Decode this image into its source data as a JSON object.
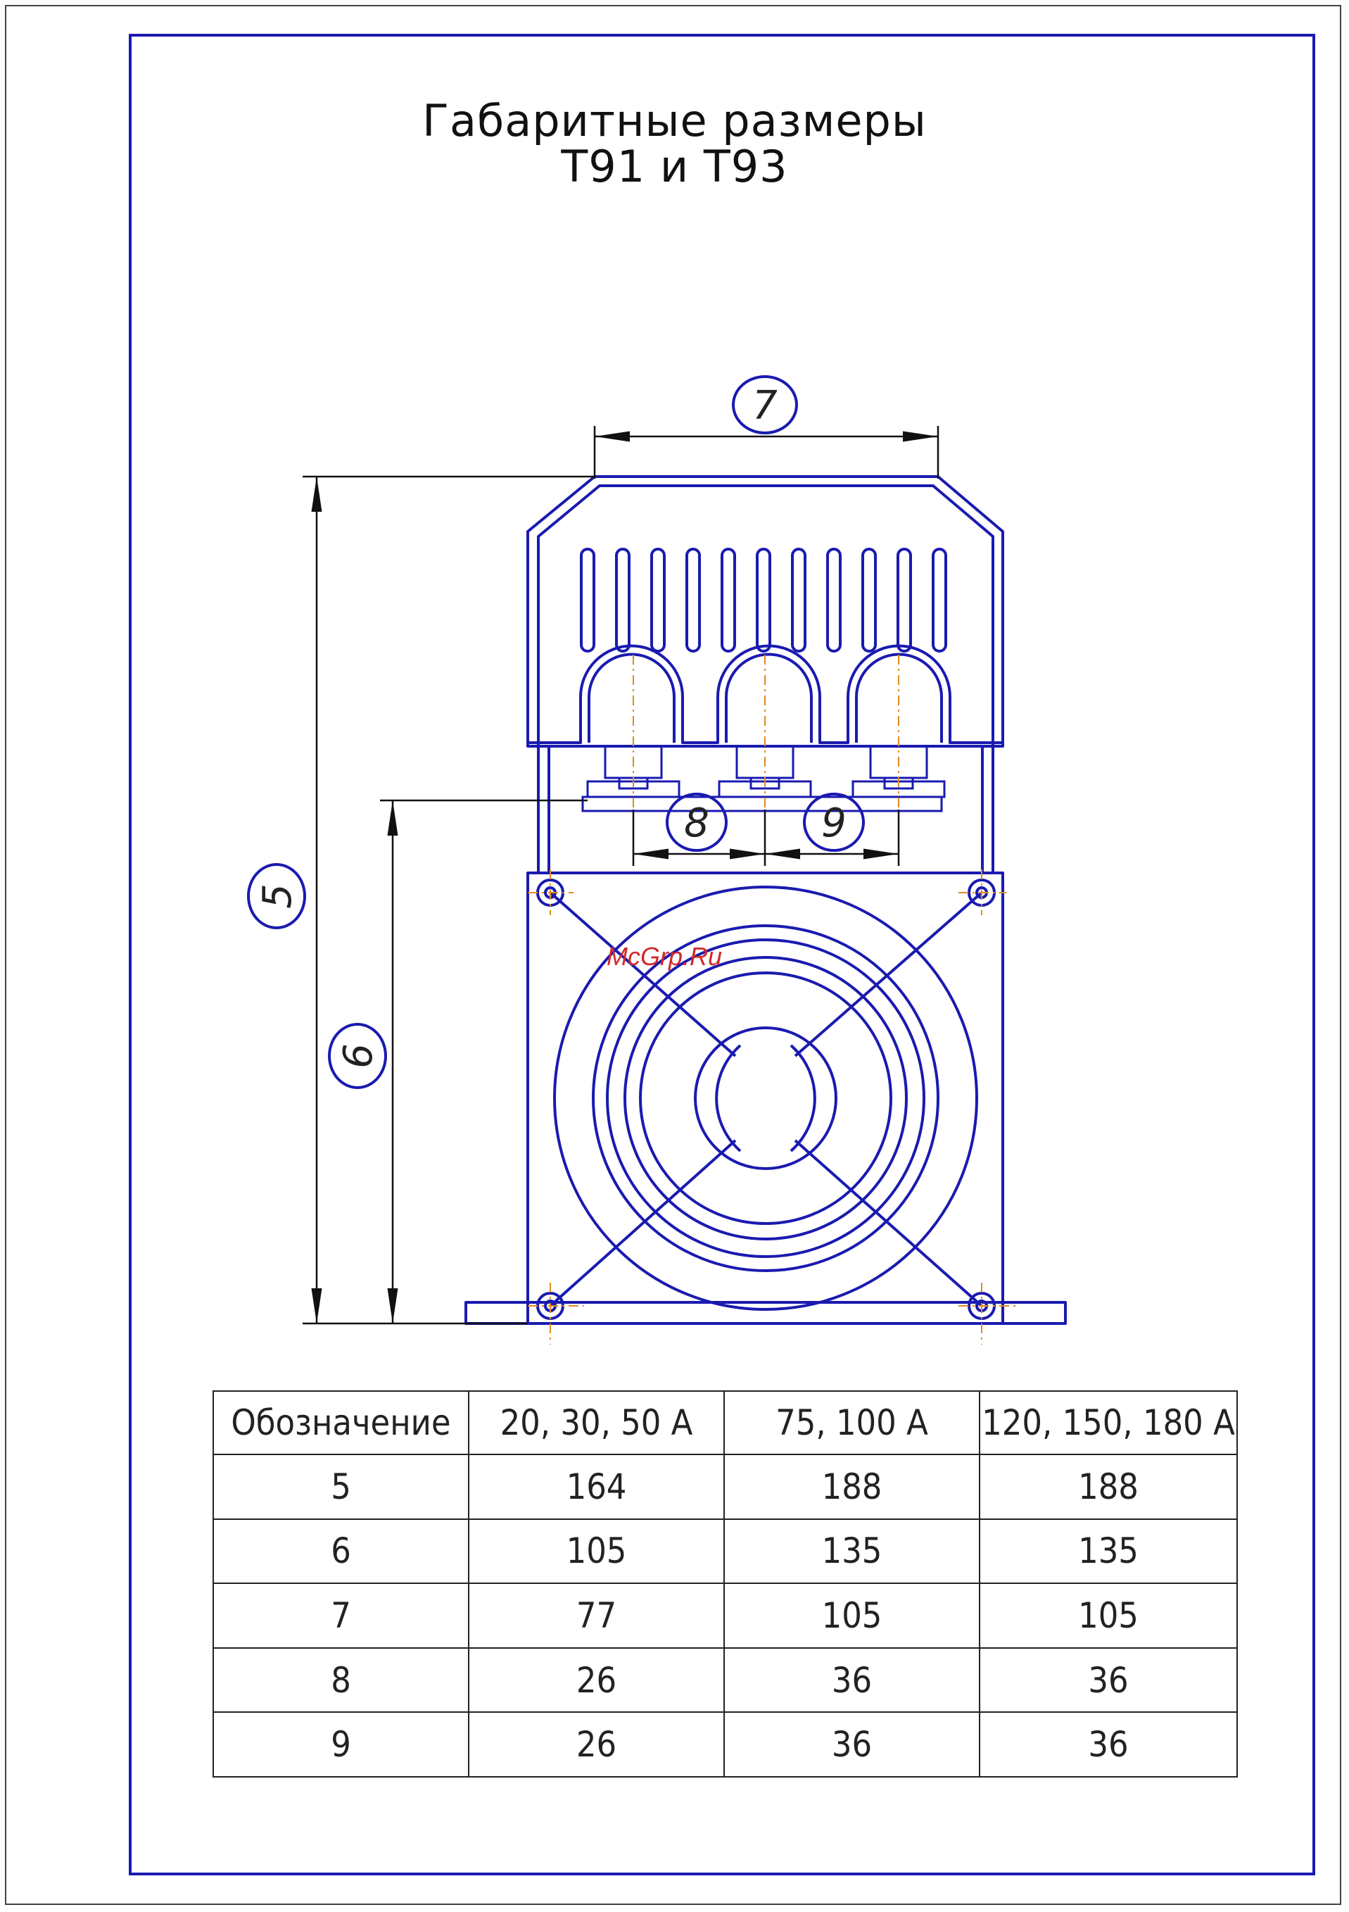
{
  "title": {
    "line1": "Габаритные размеры",
    "line2": "Т91 и Т93"
  },
  "watermark": "McGrp.Ru",
  "dimension_callouts": [
    "7",
    "5",
    "6",
    "8",
    "9"
  ],
  "table": {
    "headers": [
      "Обозначение",
      "20, 30, 50 А",
      "75, 100 А",
      "120, 150, 180 А"
    ],
    "rows": [
      [
        "5",
        "164",
        "188",
        "188"
      ],
      [
        "6",
        "105",
        "135",
        "135"
      ],
      [
        "7",
        "77",
        "105",
        "105"
      ],
      [
        "8",
        "26",
        "36",
        "36"
      ],
      [
        "9",
        "26",
        "36",
        "36"
      ]
    ]
  },
  "colors": {
    "drawing": "#1a1ab0",
    "frame": "#1a1ab0",
    "centerline": "#e08a1e",
    "dimension": "#111111",
    "watermark": "#d12a2a"
  }
}
